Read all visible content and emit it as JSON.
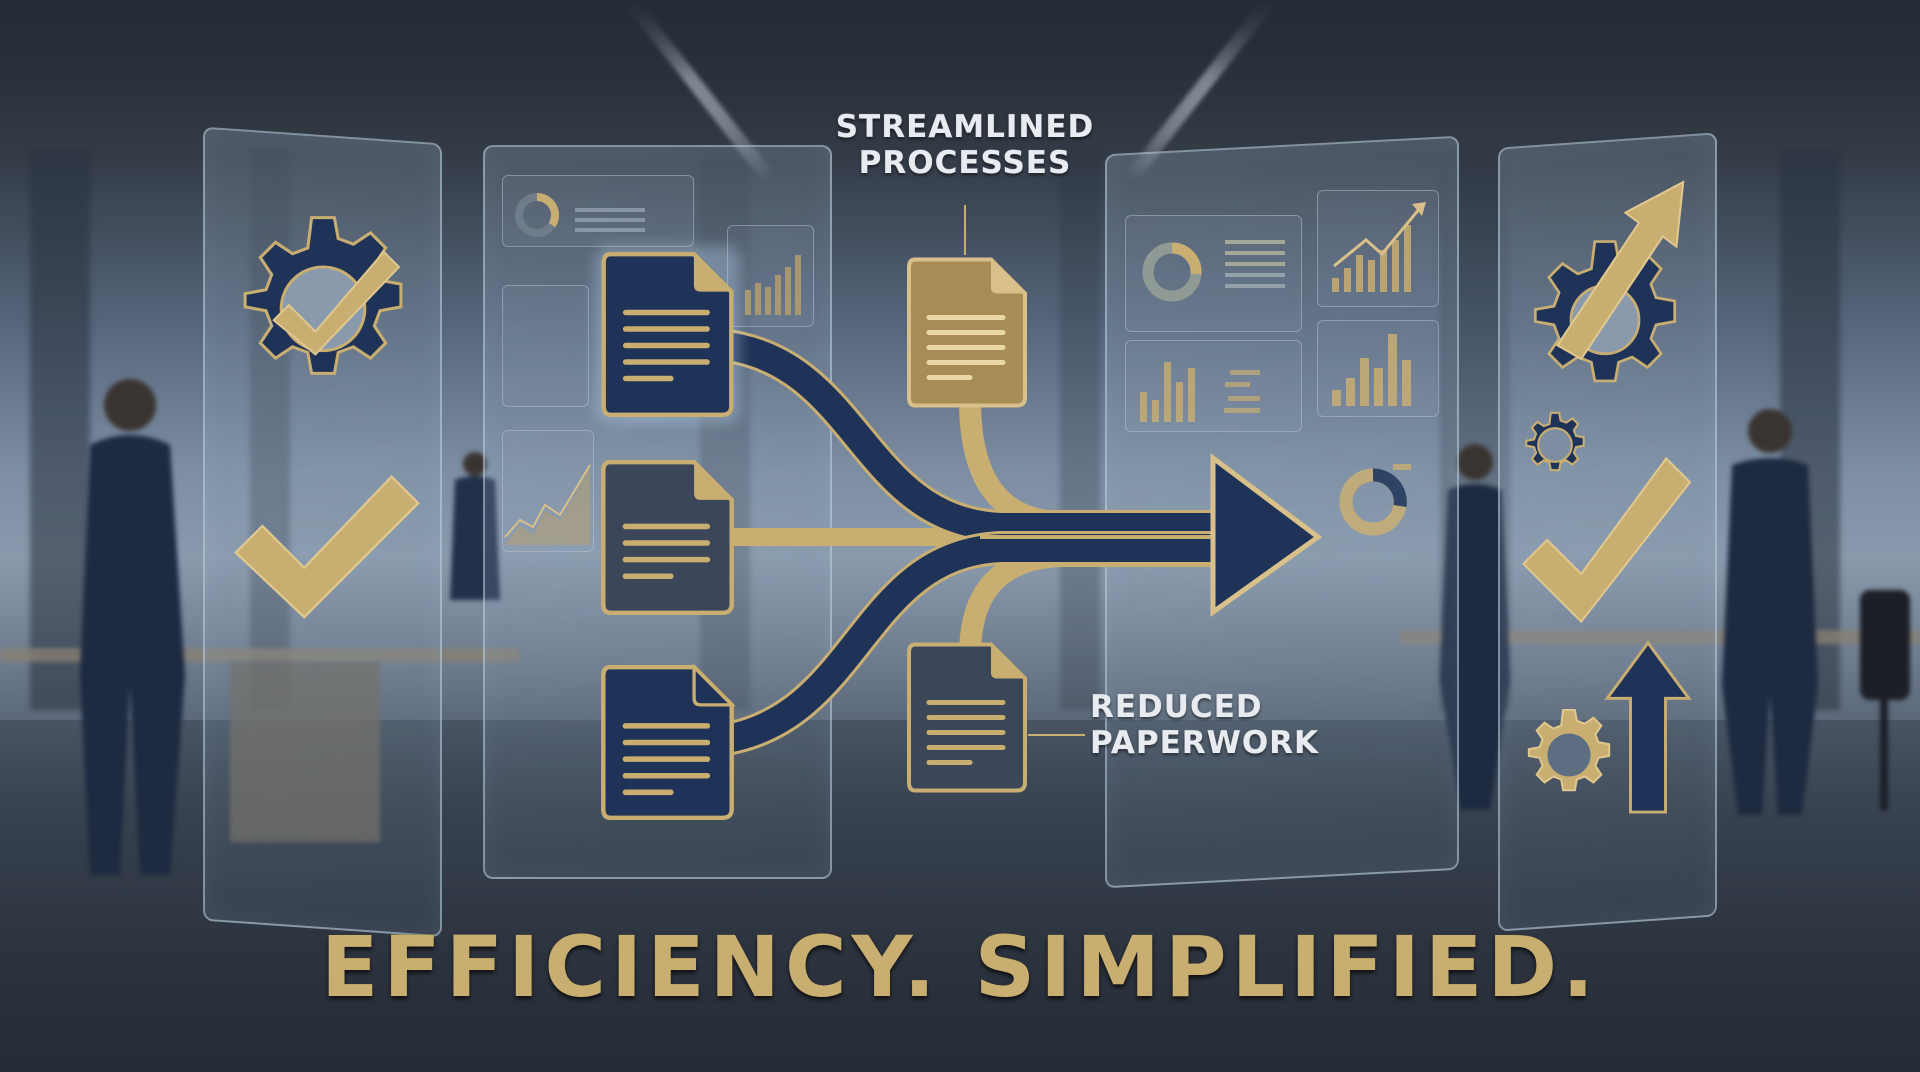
{
  "scene": {
    "description": "Corporate office with translucent glass panels showing process icons and dashboards",
    "colors": {
      "navy": "#1f3358",
      "gold": "#c9ae72",
      "gold_light": "#d9c08a",
      "label_text": "#e8ebef",
      "background": "#2b323c"
    }
  },
  "labels": {
    "top_callout_line1": "STREAMLINED",
    "top_callout_line2": "PROCESSES",
    "bottom_callout_line1": "REDUCED",
    "bottom_callout_line2": "PAPERWORK"
  },
  "headline": {
    "text": "EFFICIENCY. SIMPLIFIED."
  },
  "panels": {
    "left_icons": [
      "gear-check-icon",
      "checkmark-icon"
    ],
    "right_icons": [
      "gear-arrow-up-icon",
      "small-gear-icon",
      "checkmark-icon",
      "gear-icon",
      "arrow-up-icon"
    ],
    "dashboard_widgets": [
      "donut-chart",
      "bar-chart",
      "line-chart",
      "trend-arrow-chart",
      "horizontal-bars"
    ]
  },
  "flow": {
    "input_documents": [
      "document-navy",
      "document-slate",
      "document-navy"
    ],
    "side_documents": [
      "document-gold",
      "document-slate"
    ],
    "output": "arrow-right"
  }
}
